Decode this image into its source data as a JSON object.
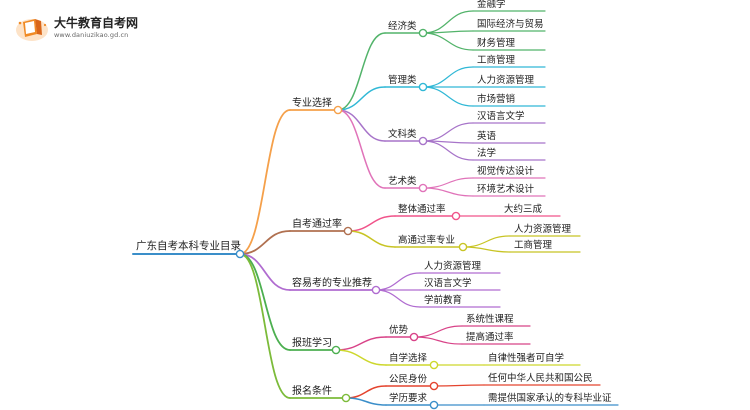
{
  "logo": {
    "title": "大牛教育自考网",
    "url": "www.daniuzikao.gd.cn"
  },
  "mindmap": {
    "root": "广东自考本科专业目录",
    "branches": [
      {
        "label": "专业选择",
        "color": "#f5a04a",
        "children": [
          {
            "label": "经济类",
            "color": "#52b36a",
            "children": [
              {
                "label": "金融学"
              },
              {
                "label": "国际经济与贸易"
              },
              {
                "label": "财务管理"
              }
            ]
          },
          {
            "label": "管理类",
            "color": "#30b8d6",
            "children": [
              {
                "label": "工商管理"
              },
              {
                "label": "人力资源管理"
              },
              {
                "label": "市场营销"
              }
            ]
          },
          {
            "label": "文科类",
            "color": "#a774c9",
            "children": [
              {
                "label": "汉语言文学"
              },
              {
                "label": "英语"
              },
              {
                "label": "法学"
              }
            ]
          },
          {
            "label": "艺术类",
            "color": "#e073b9",
            "children": [
              {
                "label": "视觉传达设计"
              },
              {
                "label": "环境艺术设计"
              }
            ]
          }
        ]
      },
      {
        "label": "自考通过率",
        "color": "#b07050",
        "children": [
          {
            "label": "整体通过率",
            "color": "#f0538a",
            "children": [
              {
                "label": "大约三成"
              }
            ]
          },
          {
            "label": "高通过率专业",
            "color": "#c8c424",
            "children": [
              {
                "label": "人力资源管理"
              },
              {
                "label": "工商管理"
              }
            ]
          }
        ]
      },
      {
        "label": "容易考的专业推荐",
        "color": "#b06cd0",
        "children": [
          {
            "label": "人力资源管理"
          },
          {
            "label": "汉语言文学"
          },
          {
            "label": "学前教育"
          }
        ]
      },
      {
        "label": "报班学习",
        "color": "#4caf50",
        "children": [
          {
            "label": "优势",
            "color": "#d84388",
            "children": [
              {
                "label": "系统性课程"
              },
              {
                "label": "提高通过率"
              }
            ]
          },
          {
            "label": "自学选择",
            "color": "#cdd72c",
            "children": [
              {
                "label": "自律性强者可自学"
              }
            ]
          }
        ]
      },
      {
        "label": "报名条件",
        "color": "#7cbb3a",
        "children": [
          {
            "label": "公民身份",
            "color": "#e4442e",
            "children": [
              {
                "label": "任何中华人民共和国公民"
              }
            ]
          },
          {
            "label": "学历要求",
            "color": "#3a8ec9",
            "children": [
              {
                "label": "需提供国家承认的专科毕业证"
              }
            ]
          }
        ]
      }
    ]
  }
}
